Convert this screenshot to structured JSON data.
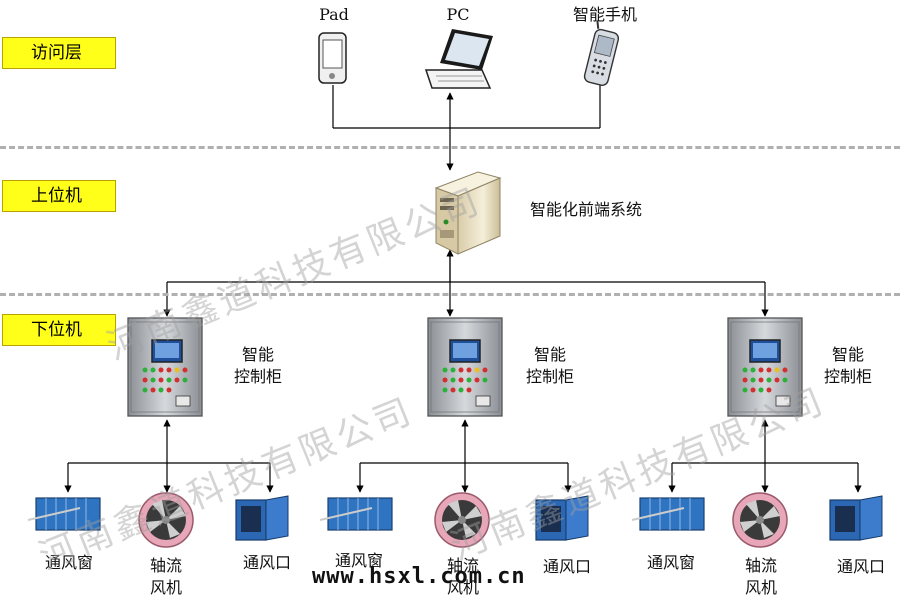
{
  "layers": {
    "access": "访问层",
    "upper": "上位机",
    "lower": "下位机"
  },
  "devices": {
    "pad": "Pad",
    "pc": "PC",
    "phone": "智能手机"
  },
  "server": "智能化前端系统",
  "cabinet_label": [
    "智能",
    "控制柜"
  ],
  "equipment": {
    "window": "通风窗",
    "fan": [
      "轴流",
      "风机"
    ],
    "vent": "通风口"
  },
  "watermark": "河南鑫道科技有限公司",
  "url": "www.hsxl.com.cn",
  "colors": {
    "layer_label": "#ffff1a",
    "divider": "#b0b0b0",
    "window_blue": "#2f74c0",
    "vent_blue": "#2b67b3",
    "fan_pink": "#e8a7b8",
    "cabinet": "#a9adb2",
    "server": "#efe6c8"
  }
}
